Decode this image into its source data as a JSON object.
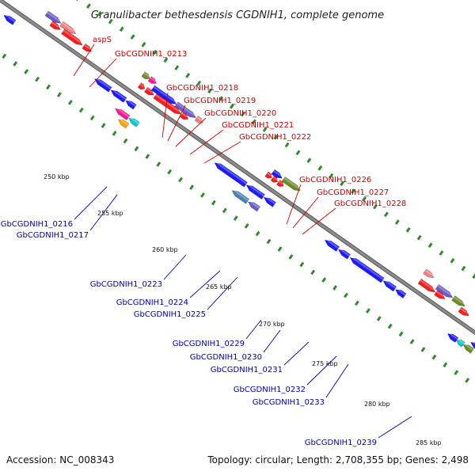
{
  "title": "Granulibacter bethesdensis CGDNIH1, complete genome",
  "footer": {
    "accession": "Accession: NC_008343",
    "summary": "Topology: circular; Length: 2,708,355 bp; Genes: 2,498"
  },
  "colors": {
    "backbone": "#8c8c8c",
    "tick_dots": "#2e8b2e",
    "forward_labels": "#cc0000",
    "reverse_labels": "#0000aa",
    "red_gene": "#ff1a1a",
    "blue_gene": "#1a1aff",
    "pink_gene": "#f08080",
    "purple_gene": "#6a5acd",
    "olive_gene": "#6b8e23",
    "magenta_gene": "#ff1493",
    "cyan_gene": "#00ced1",
    "orange_gene": "#ffa500",
    "steel_gene": "#4682b4"
  },
  "scale_labels": [
    "250 kbp",
    "255 kbp",
    "260 kbp",
    "265 kbp",
    "270 kbp",
    "275 kbp",
    "280 kbp",
    "285 kbp"
  ],
  "forward_labels": [
    "aspS",
    "GbCGDNIH1_0213",
    "GbCGDNIH1_0218",
    "GbCGDNIH1_0219",
    "GbCGDNIH1_0220",
    "GbCGDNIH1_0221",
    "GbCGDNIH1_0222",
    "GbCGDNIH1_0226",
    "GbCGDNIH1_0227",
    "GbCGDNIH1_0228"
  ],
  "reverse_labels": [
    "GbCGDNIH1_0216",
    "GbCGDNIH1_0217",
    "GbCGDNIH1_0223",
    "GbCGDNIH1_0224",
    "GbCGDNIH1_0225",
    "GbCGDNIH1_0229",
    "GbCGDNIH1_0230",
    "GbCGDNIH1_0231",
    "GbCGDNIH1_0232",
    "GbCGDNIH1_0233",
    "GbCGDNIH1_0239"
  ]
}
